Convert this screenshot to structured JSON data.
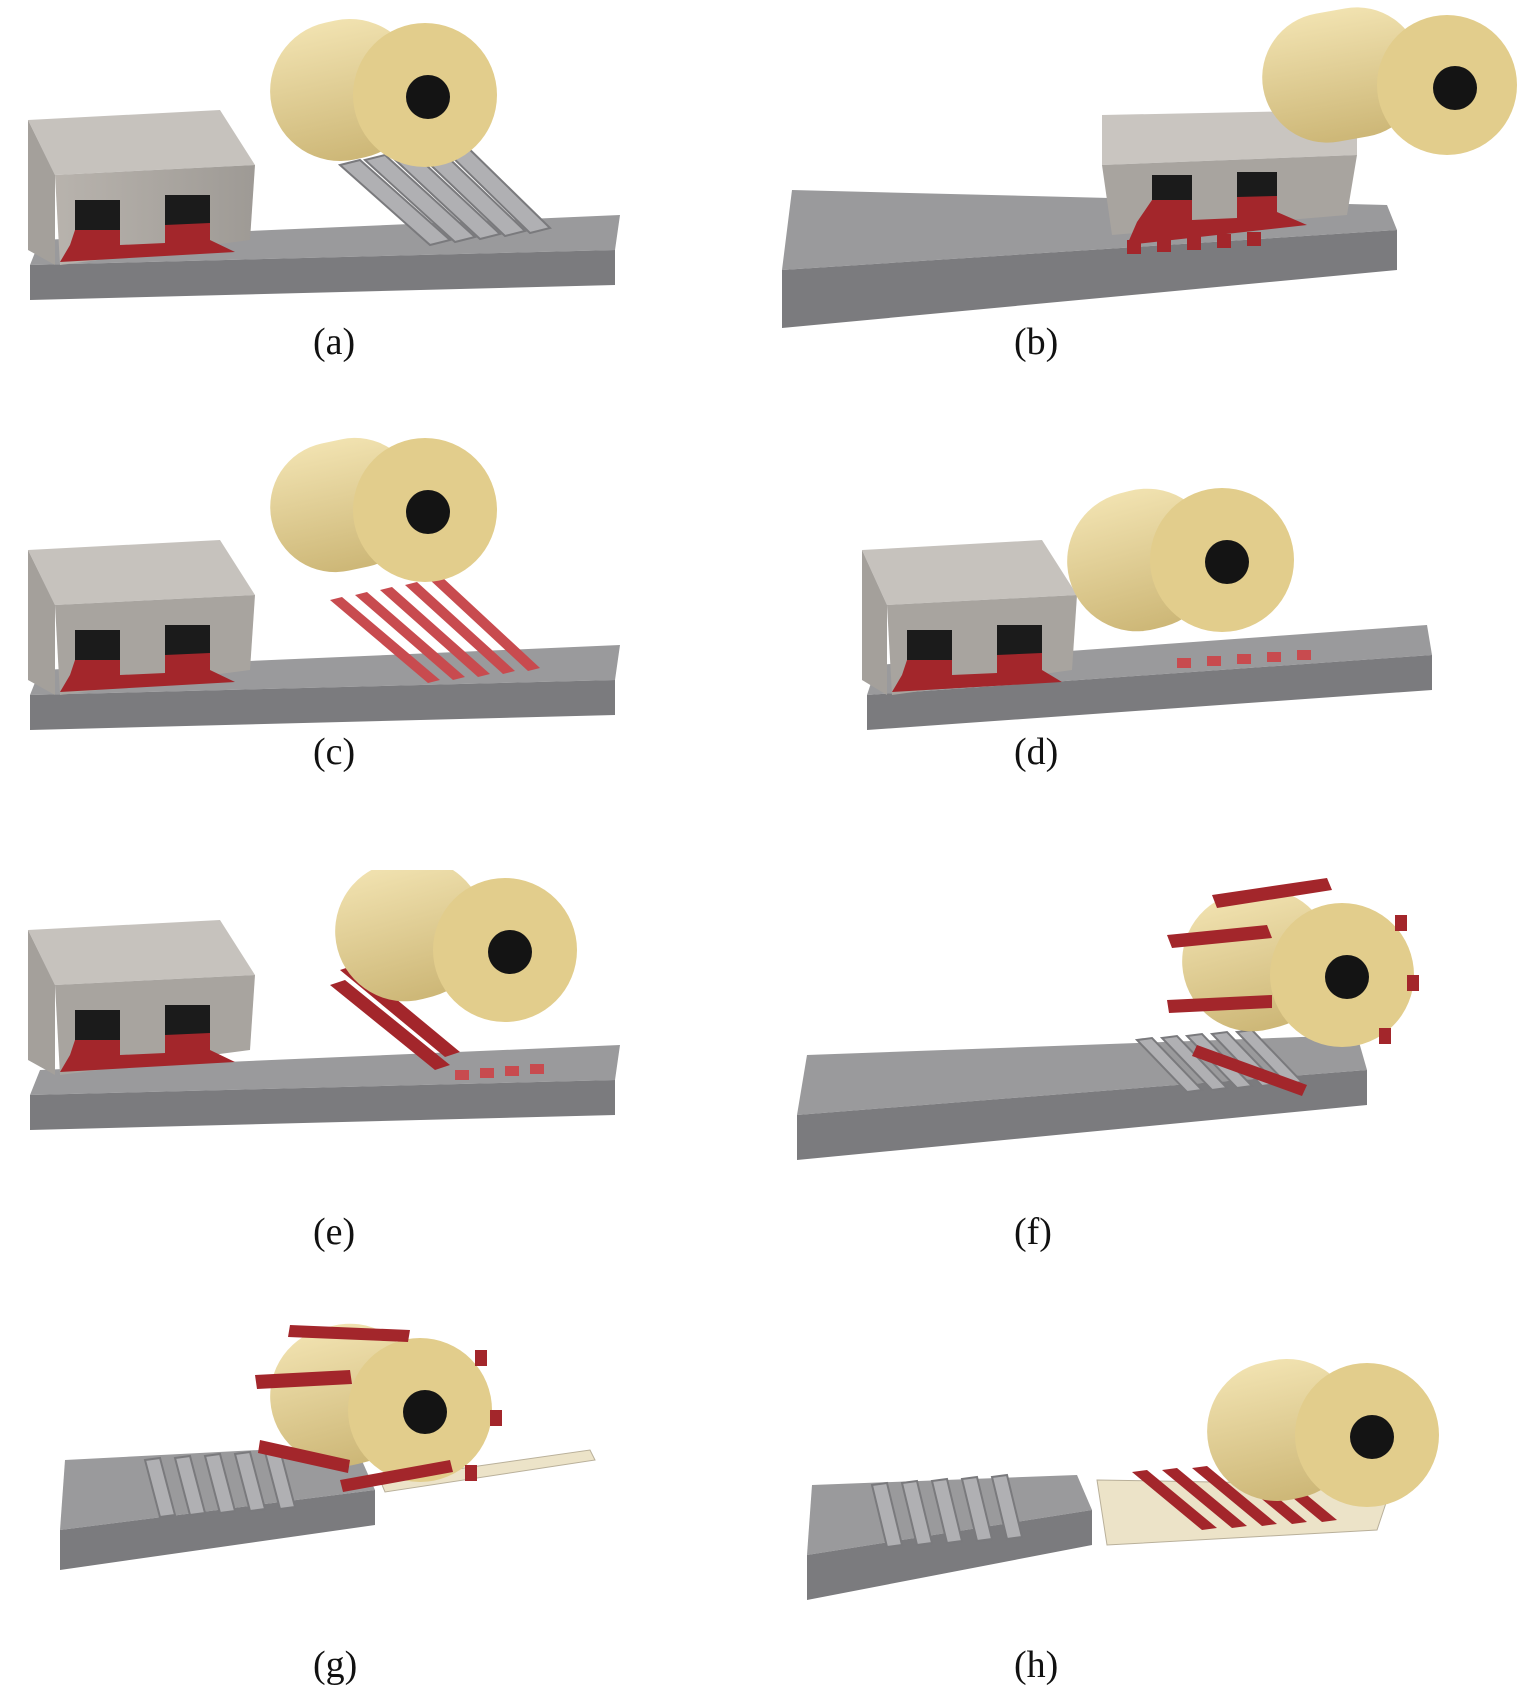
{
  "figure": {
    "panels": [
      {
        "id": "a",
        "caption": "(a)"
      },
      {
        "id": "b",
        "caption": "(b)"
      },
      {
        "id": "c",
        "caption": "(c)"
      },
      {
        "id": "d",
        "caption": "(d)"
      },
      {
        "id": "e",
        "caption": "(e)"
      },
      {
        "id": "f",
        "caption": "(f)"
      },
      {
        "id": "g",
        "caption": "(g)"
      },
      {
        "id": "h",
        "caption": "(h)"
      }
    ]
  },
  "colors": {
    "substrate": "#8a8a8c",
    "substrate_side": "#6f6f72",
    "blade": "#a9a5a0",
    "blade_top": "#c4c0bb",
    "ink": "#a3262b",
    "ink_dark": "#7e1c20",
    "roller": "#e6d39a",
    "roller_end": "#d9c27f",
    "core": "#141414",
    "film": "#ece3c8"
  }
}
